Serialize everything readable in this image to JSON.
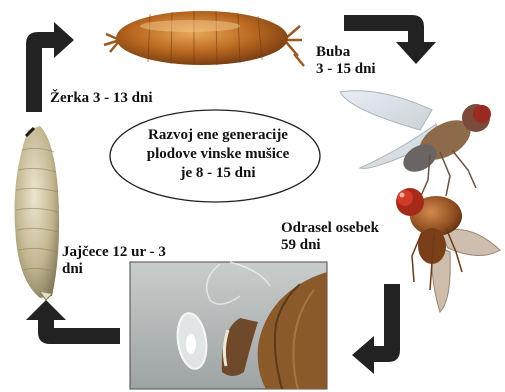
{
  "labels": {
    "pupa": [
      "Buba",
      "3 - 15 dni"
    ],
    "larva": "Žerka 3 - 13 dni",
    "adult": [
      "Odrasel osebek",
      "59 dni"
    ],
    "egg": [
      "Jajčece 12 ur - 3",
      "dni"
    ]
  },
  "center": {
    "lines": [
      "Razvoj ene generacije",
      "plodove vinske mušice",
      "je 8 - 15 dni"
    ]
  },
  "colors": {
    "arrow": "#222222",
    "pupa": "#b8671f",
    "larva": "#bdb08a",
    "fly_body": "#8a4a1f",
    "fly_eye": "#b01010",
    "photo_bg": "#b8bcbc"
  }
}
